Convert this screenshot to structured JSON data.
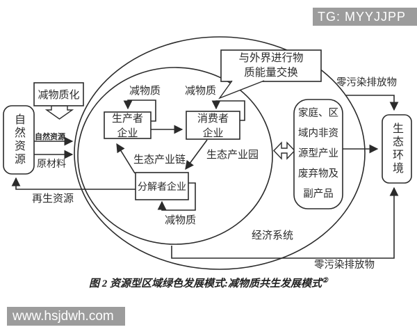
{
  "banners": {
    "top_right": "TG: MYYJJPP",
    "bottom_left": "www.hsjdwh.com"
  },
  "caption": {
    "text": "图 2  资源型区域绿色发展模式:减物质共生发展模式",
    "footnote": "②"
  },
  "diagram": {
    "nodes": {
      "dematerialization": "减物质化",
      "natural_resources": "自然资源",
      "producer_l1": "生产者",
      "producer_l2": "企业",
      "consumer_l1": "消费者",
      "consumer_l2": "企业",
      "decomposer": "分解者企业",
      "household_l1": "家庭、区",
      "household_l2": "域内非资",
      "household_l3": "源型产业",
      "household_l4": "废弃物及",
      "household_l5": "副产品",
      "environment": "生态环境",
      "callout_l1": "与外界进行物",
      "callout_l2": "质能量交换"
    },
    "labels": {
      "reduce_producer": "减物质",
      "reduce_consumer": "减物质",
      "reduce_decomposer": "减物质",
      "natural_resource_flow": "自然资源",
      "raw_material": "原材料",
      "regenerated_resource": "再生资源",
      "eco_industry_chain": "生态产业链",
      "eco_industry_park": "生态产业园",
      "economic_system": "经济系统",
      "zero_pollution_top": "零污染排放物",
      "zero_pollution_bottom": "零污染排放物"
    }
  },
  "colors": {
    "ink": "#2b2b2b",
    "banner_bg": "#9c9c9c",
    "banner_text": "#ffffff",
    "background": "#ffffff"
  }
}
